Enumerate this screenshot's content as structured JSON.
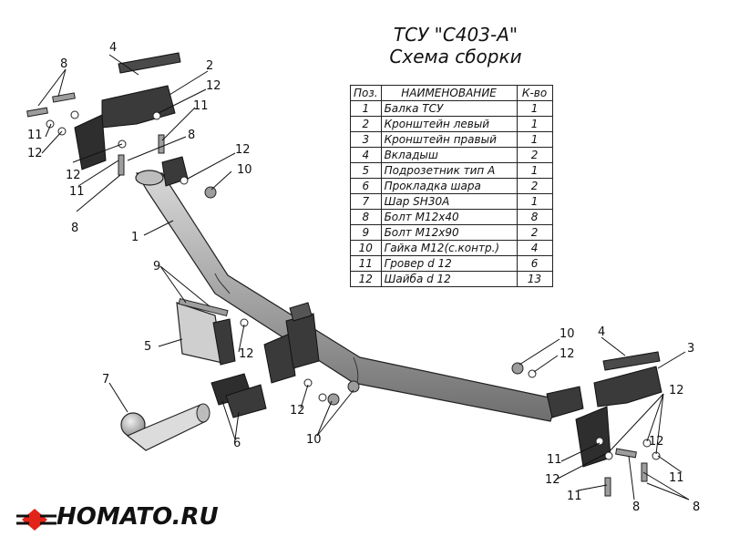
{
  "title": "ТСУ \"С403-А\"",
  "subtitle": "Схема сборки",
  "table": {
    "headers": [
      "Поз.",
      "НАИМЕНОВАНИЕ",
      "К-во"
    ],
    "rows": [
      [
        "1",
        "Балка ТСУ",
        "1"
      ],
      [
        "2",
        "Кронштейн левый",
        "1"
      ],
      [
        "3",
        "Кронштейн правый",
        "1"
      ],
      [
        "4",
        "Вкладыш",
        "2"
      ],
      [
        "5",
        "Подрозетник тип А",
        "1"
      ],
      [
        "6",
        "Прокладка шара",
        "2"
      ],
      [
        "7",
        "Шар SH30A",
        "1"
      ],
      [
        "8",
        "Болт М12х40",
        "8"
      ],
      [
        "9",
        "Болт М12х90",
        "2"
      ],
      [
        "10",
        "Гайка М12(с.контр.)",
        "4"
      ],
      [
        "11",
        "Гровер d 12",
        "6"
      ],
      [
        "12",
        "Шайба d 12",
        "13"
      ]
    ]
  },
  "callouts": {
    "c1": "1",
    "c2": "2",
    "c3": "3",
    "c4a": "4",
    "c4b": "4",
    "c5": "5",
    "c6": "6",
    "c7": "7",
    "c8a": "8",
    "c8b": "8",
    "c8c": "8",
    "c8d": "8",
    "c8e": "8",
    "c9": "9",
    "c10a": "10",
    "c10b": "10",
    "c10c": "10",
    "c11a": "11",
    "c11b": "11",
    "c11c": "11",
    "c11d": "11",
    "c11e": "11",
    "c11f": "11",
    "c12a": "12",
    "c12b": "12",
    "c12c": "12",
    "c12d": "12",
    "c12e": "12",
    "c12f": "12",
    "c12g": "12",
    "c12h": "12",
    "c12i": "12",
    "c12j": "12"
  },
  "logo": {
    "text": "HOMATO.RU",
    "accent": "#e2231a"
  },
  "colors": {
    "tube": "#9a9a9a",
    "bracket": "#3a3a3a",
    "line": "#111111"
  }
}
